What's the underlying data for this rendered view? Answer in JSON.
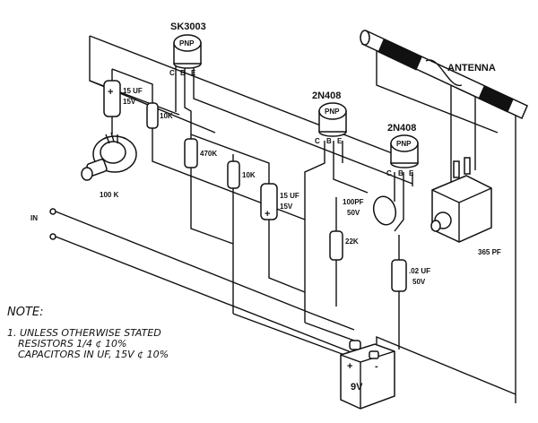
{
  "transistors": [
    {
      "model": "SK3003",
      "type": "PNP",
      "pins": [
        "C",
        "B",
        "E"
      ]
    },
    {
      "model": "2N408",
      "type": "PNP",
      "pins": [
        "C",
        "B",
        "E"
      ]
    },
    {
      "model": "2N408",
      "type": "PNP",
      "pins": [
        "C",
        "B",
        "E"
      ]
    }
  ],
  "components": {
    "cap_15uf_a": [
      "15 UF",
      "15V"
    ],
    "res_10k_a": "10K",
    "res_470k": "470K",
    "res_10k_b": "10K",
    "cap_15uf_b": [
      "15 UF",
      "15V"
    ],
    "pot_100k": "100 K",
    "cap_100pf": [
      "100PF",
      "50V"
    ],
    "res_22k": "22K",
    "cap_02uf": [
      ".02 UF",
      "50V"
    ],
    "var_cap": "365 PF",
    "antenna": "ANTENNA",
    "battery": "9V",
    "polarity_plus": "+",
    "polarity_minus": "-"
  },
  "input_label": "IN",
  "note": {
    "title": "NOTE:",
    "lines": [
      "1. UNLESS OTHERWISE STATED",
      "RESISTORS 1/4 ¢ 10%",
      "CAPACITORS IN UF, 15V ¢ 10%"
    ]
  }
}
